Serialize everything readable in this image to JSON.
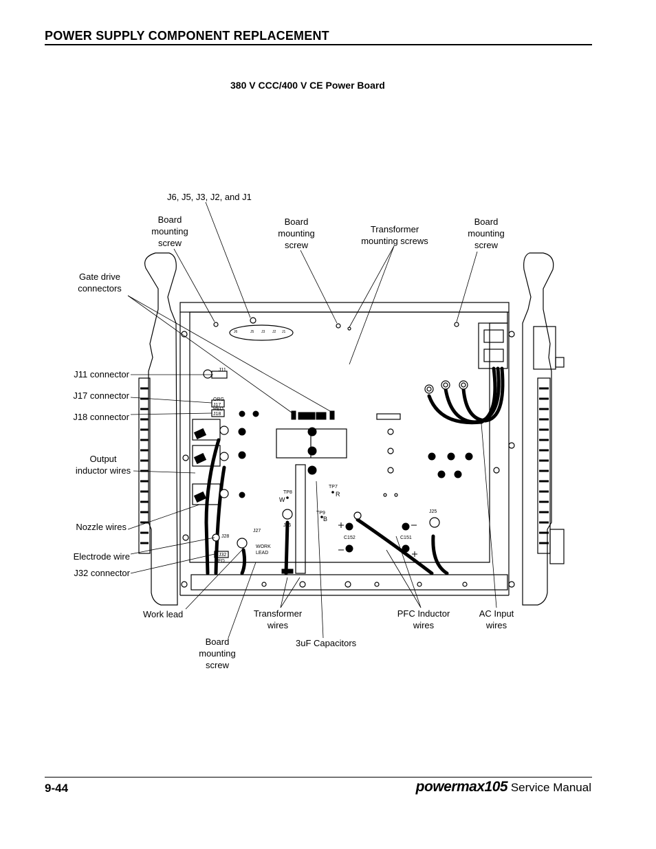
{
  "header": {
    "title": "POWER SUPPLY COMPONENT REPLACEMENT"
  },
  "figure": {
    "title": "380 V CCC/400 V CE Power Board",
    "callouts": {
      "j6_j5_j3_j2_j1": "J6, J5, J3, J2, and J1",
      "board_screw_1": [
        "Board",
        "mounting",
        "screw"
      ],
      "board_screw_2": [
        "Board",
        "mounting",
        "screw"
      ],
      "transformer_screws": [
        "Transformer",
        "mounting screws"
      ],
      "board_screw_3": [
        "Board",
        "mounting",
        "screw"
      ],
      "gate_drive": [
        "Gate drive",
        "connectors"
      ],
      "j11": "J11 connector",
      "j17": "J17 connector",
      "j18": "J18 connector",
      "output_inductor": [
        "Output",
        "inductor wires"
      ],
      "nozzle_wires": "Nozzle wires",
      "electrode_wire": "Electrode wire",
      "j32": "J32 connector",
      "work_lead": "Work lead",
      "transformer_wires": [
        "Transformer",
        "wires"
      ],
      "board_screw_4": [
        "Board",
        "mounting",
        "screw"
      ],
      "capacitors": "3uF Capacitors",
      "pfc_inductor": [
        "PFC Inductor",
        "wires"
      ],
      "ac_input": [
        "AC Input",
        "wires"
      ]
    },
    "board_labels": {
      "j11": "J11",
      "j17": "J17",
      "j18": "J18",
      "org": "ORG",
      "red1": "RED",
      "j28": "J28",
      "j32": "J32",
      "red2": "RED",
      "j27": "J27",
      "work": "WORK",
      "lead": "LEAD",
      "j26": "J26",
      "tp8": "TP8",
      "w": "W",
      "tp7": "TP7",
      "r": "R",
      "tp9": "TP9",
      "b": "B",
      "c152": "C152",
      "c151": "C151",
      "j25": "J25",
      "j6": "J6",
      "j5": "J5",
      "j3": "J3",
      "j2": "J2",
      "j1": "J1"
    }
  },
  "footer": {
    "page_number": "9-44",
    "brand": "powermax",
    "brand_model": "105",
    "manual": "Service Manual"
  }
}
